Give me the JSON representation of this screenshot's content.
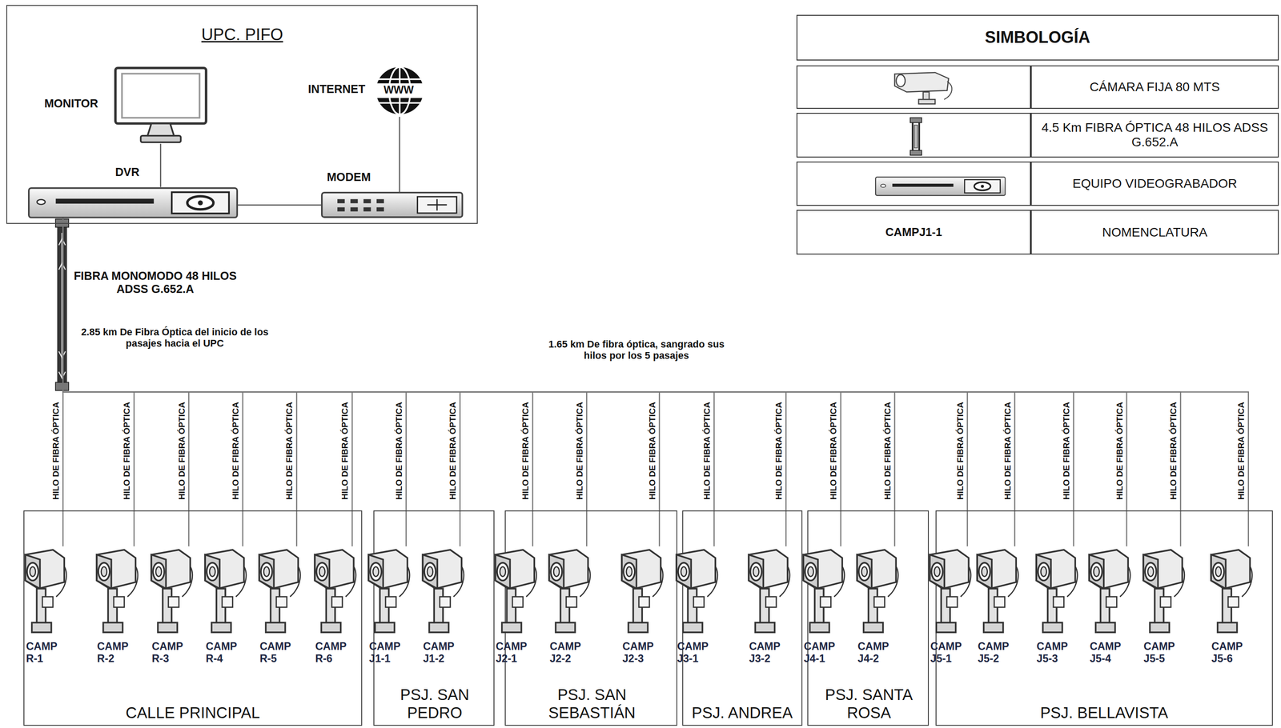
{
  "diagram": {
    "nodes": [
      {
        "text": [
          "UPC. PIFO"
        ]
      },
      {
        "text": [
          "MONITOR"
        ],
        "in": 0
      },
      {
        "text": [
          "INTERNET"
        ],
        "in": 0
      },
      {
        "text": [
          "DVR"
        ],
        "in": 0
      },
      {
        "text": [
          "MODEM"
        ],
        "in": 0
      },
      {
        "text": [
          "CALLE PRINCIPAL"
        ]
      },
      {
        "text": [
          "CAMP R-1"
        ],
        "in": 5
      },
      {
        "text": [
          "CAMP R-2"
        ],
        "in": 5
      },
      {
        "text": [
          "CAMP R-3"
        ],
        "in": 5
      },
      {
        "text": [
          "CAMP R-4"
        ],
        "in": 5
      },
      {
        "text": [
          "CAMP R-5"
        ],
        "in": 5
      },
      {
        "text": [
          "CAMP R-6"
        ],
        "in": 5
      },
      {
        "text": [
          "PSJ. SAN PEDRO"
        ]
      },
      {
        "text": [
          "CAMP J1-1"
        ],
        "in": 12
      },
      {
        "text": [
          "CAMP J1-2"
        ],
        "in": 12
      },
      {
        "text": [
          "PSJ. SAN SEBASTIÁN"
        ]
      },
      {
        "text": [
          "CAMP J2-1"
        ],
        "in": 15
      },
      {
        "text": [
          "CAMP J2-2"
        ],
        "in": 15
      },
      {
        "text": [
          "CAMP J2-3"
        ],
        "in": 15
      },
      {
        "text": [
          "PSJ. ANDREA"
        ]
      },
      {
        "text": [
          "CAMP J3-1"
        ],
        "in": 19
      },
      {
        "text": [
          "CAMP J3-2"
        ],
        "in": 19
      },
      {
        "text": [
          "PSJ. SANTA ROSA"
        ]
      },
      {
        "text": [
          "CAMP J4-1"
        ],
        "in": 22
      },
      {
        "text": [
          "CAMP J4-2"
        ],
        "in": 22
      },
      {
        "text": [
          "PSJ. BELLAVISTA"
        ]
      },
      {
        "text": [
          "CAMP J5-1"
        ],
        "in": 25
      },
      {
        "text": [
          "CAMP J5-2"
        ],
        "in": 25
      },
      {
        "text": [
          "CAMP J5-3"
        ],
        "in": 25
      },
      {
        "text": [
          "CAMP J5-4"
        ],
        "in": 25
      },
      {
        "text": [
          "CAMP J5-5"
        ],
        "in": 25
      },
      {
        "text": [
          "CAMP J5-6"
        ],
        "in": 25
      }
    ],
    "edges": [
      {
        "from": 1,
        "to": 3,
        "arrow": "none"
      },
      {
        "from": 3,
        "to": 4,
        "arrow": "none"
      },
      {
        "from": 4,
        "to": 2,
        "arrow": "none"
      },
      {
        "from": 3,
        "to": 6,
        "arrow": "none",
        "label": "HILO DE FIBRA ÓPTICA"
      },
      {
        "from": 3,
        "to": 7,
        "arrow": "none",
        "label": "HILO DE FIBRA ÓPTICA"
      },
      {
        "from": 3,
        "to": 8,
        "arrow": "none",
        "label": "HILO DE FIBRA ÓPTICA"
      },
      {
        "from": 3,
        "to": 9,
        "arrow": "none",
        "label": "HILO DE FIBRA ÓPTICA"
      },
      {
        "from": 3,
        "to": 10,
        "arrow": "none",
        "label": "HILO DE FIBRA ÓPTICA"
      },
      {
        "from": 3,
        "to": 11,
        "arrow": "none",
        "label": "HILO DE FIBRA ÓPTICA"
      },
      {
        "from": 3,
        "to": 13,
        "arrow": "none",
        "label": "HILO DE FIBRA ÓPTICA"
      },
      {
        "from": 3,
        "to": 14,
        "arrow": "none",
        "label": "HILO DE FIBRA ÓPTICA"
      },
      {
        "from": 3,
        "to": 16,
        "arrow": "none",
        "label": "HILO DE FIBRA ÓPTICA"
      },
      {
        "from": 3,
        "to": 17,
        "arrow": "none",
        "label": "HILO DE FIBRA ÓPTICA"
      },
      {
        "from": 3,
        "to": 18,
        "arrow": "none",
        "label": "HILO DE FIBRA ÓPTICA"
      },
      {
        "from": 3,
        "to": 20,
        "arrow": "none",
        "label": "HILO DE FIBRA ÓPTICA"
      },
      {
        "from": 3,
        "to": 21,
        "arrow": "none",
        "label": "HILO DE FIBRA ÓPTICA"
      },
      {
        "from": 3,
        "to": 23,
        "arrow": "none",
        "label": "HILO DE FIBRA ÓPTICA"
      },
      {
        "from": 3,
        "to": 24,
        "arrow": "none",
        "label": "HILO DE FIBRA ÓPTICA"
      },
      {
        "from": 3,
        "to": 26,
        "arrow": "none",
        "label": "HILO DE FIBRA ÓPTICA"
      },
      {
        "from": 3,
        "to": 27,
        "arrow": "none",
        "label": "HILO DE FIBRA ÓPTICA"
      },
      {
        "from": 3,
        "to": 28,
        "arrow": "none",
        "label": "HILO DE FIBRA ÓPTICA"
      },
      {
        "from": 3,
        "to": 29,
        "arrow": "none",
        "label": "HILO DE FIBRA ÓPTICA"
      },
      {
        "from": 3,
        "to": 30,
        "arrow": "none",
        "label": "HILO DE FIBRA ÓPTICA"
      },
      {
        "from": 3,
        "to": 31,
        "arrow": "none",
        "label": "HILO DE FIBRA ÓPTICA"
      }
    ],
    "labels": [
      "SIMBOLOGÍA",
      "CAMPJ1-1",
      "WWW",
      "FIBRA MONOMODO 48 HILOS ADSS G.652.A",
      "2.85 km De Fibra Óptica del inicio de los pasajes hacia el UPC",
      "1.65 km De fibra óptica, sangrado sus hilos por los 5 pasajes"
    ],
    "legend": [
      {
        "text": "CÁMARA FIJA 80 MTS"
      },
      {
        "text": "4.5 Km FIBRA ÓPTICA 48 HILOS ADSS G.652.A"
      },
      {
        "text": "EQUIPO VIDEOGRABADOR"
      },
      {
        "text": "NOMENCLATURA"
      }
    ]
  }
}
